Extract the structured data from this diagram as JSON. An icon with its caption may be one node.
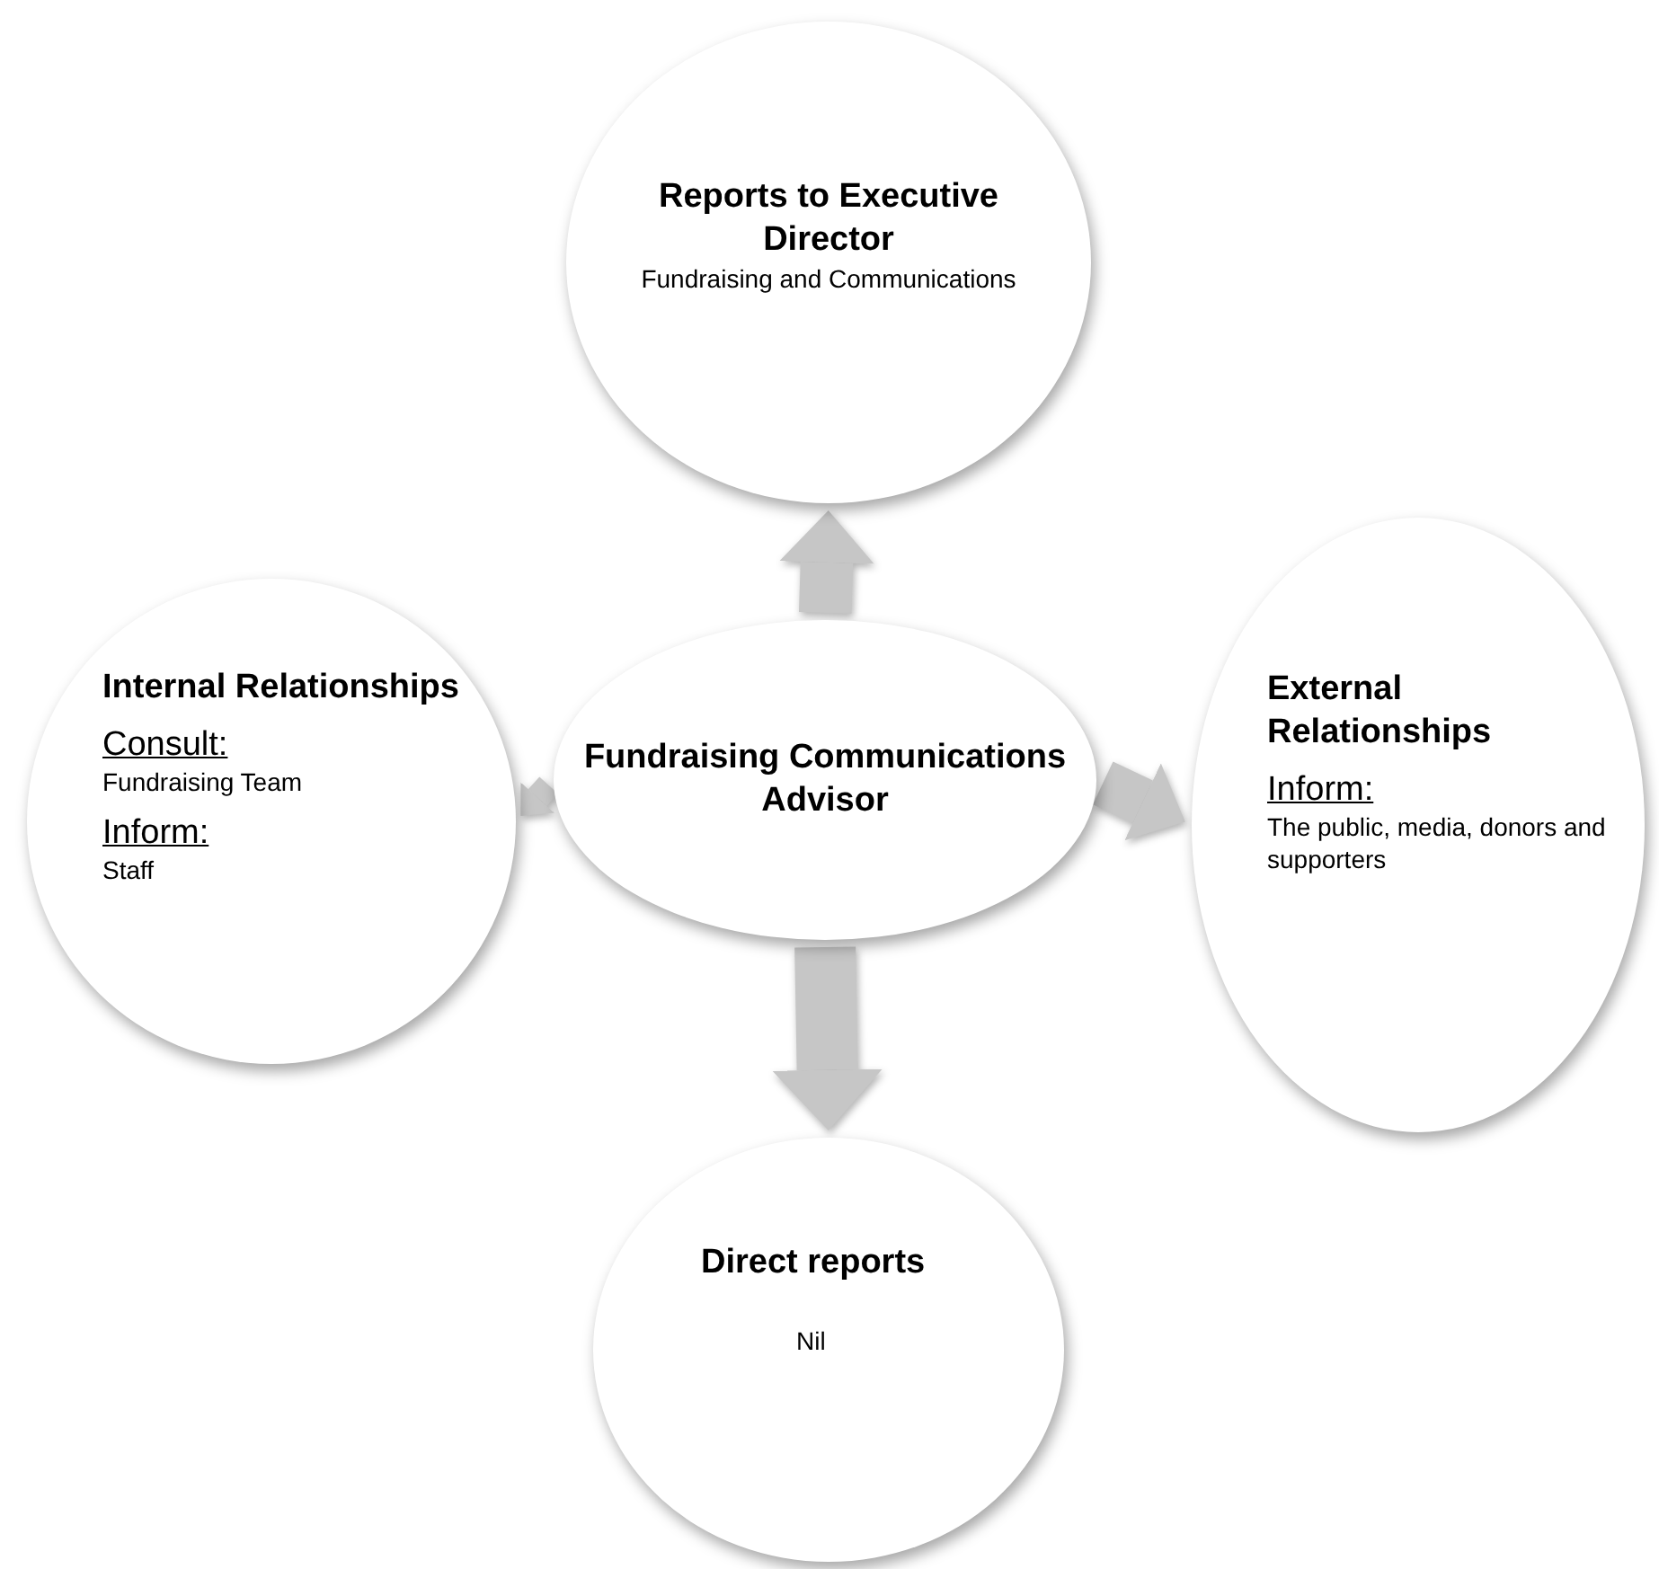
{
  "diagram": {
    "nodes": [
      {
        "text": [
          "Fundraising Communications Advisor"
        ]
      },
      {
        "text": [
          "Reports to Executive Director",
          "Fundraising and Communications"
        ]
      },
      {
        "text": [
          "Internal Relationships",
          "Consult:",
          "Fundraising Team",
          "Inform:",
          "Staff"
        ]
      },
      {
        "text": [
          "External Relationships",
          "Inform:",
          "The public, media, donors and supporters"
        ]
      },
      {
        "text": [
          "Direct reports",
          "Nil"
        ]
      }
    ],
    "edges": [
      {
        "from": 0,
        "to": 1,
        "arrow": "to"
      },
      {
        "from": 0,
        "to": 3,
        "arrow": "to"
      },
      {
        "from": 0,
        "to": 2,
        "arrow": "to"
      },
      {
        "from": 0,
        "to": 4,
        "arrow": "to"
      }
    ]
  }
}
